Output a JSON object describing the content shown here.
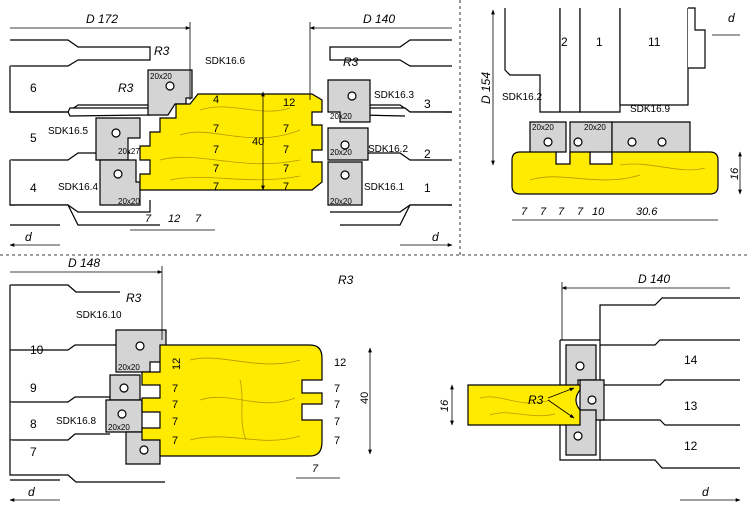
{
  "colors": {
    "workpiece": "#ffeb00",
    "grain": "#b39a00",
    "cutter": "#d4d4d4",
    "ink": "#000000"
  },
  "panels": {
    "top_left": {
      "d_left": "D 172",
      "d_right": "D 140",
      "cutters": [
        "6",
        "5",
        "4",
        "3",
        "2",
        "1"
      ],
      "knives": [
        "SDK16.6",
        "SDK16.5",
        "SDK16.4",
        "SDK16.3",
        "SDK16.2",
        "SDK16.1"
      ],
      "knife_sizes": [
        "20x20",
        "20x27",
        "20x20",
        "20x20",
        "20x20",
        "20x20"
      ],
      "radius_labels": [
        "R3",
        "R3",
        "R3"
      ],
      "left_dims": [
        "4",
        "7",
        "7",
        "7",
        "7"
      ],
      "right_dims": [
        "12",
        "7",
        "7",
        "7",
        "7"
      ],
      "height": "40",
      "bottom_dims": [
        "7",
        "12",
        "7"
      ],
      "d_small": "d"
    },
    "top_right": {
      "d_label": "D 154",
      "cutters": [
        "2",
        "1",
        "11"
      ],
      "knives": [
        "SDK16.2",
        "SDK16.9"
      ],
      "knife_sizes": [
        "20x20",
        "20x20"
      ],
      "bottom_dims": [
        "7",
        "7",
        "7",
        "7",
        "10",
        "30.6"
      ],
      "thickness": "16",
      "d_small": "d"
    },
    "bottom_left": {
      "d_label": "D 148",
      "cutters": [
        "10",
        "9",
        "8",
        "7"
      ],
      "knives": [
        "SDK16.10",
        "SDK16.8"
      ],
      "knife_sizes": [
        "20x20",
        "20x20"
      ],
      "radius_labels": [
        "R3",
        "R3"
      ],
      "left_dims": [
        "12",
        "7",
        "7",
        "7",
        "7"
      ],
      "right_dims": [
        "12",
        "7",
        "7",
        "7",
        "7"
      ],
      "height": "40",
      "bottom_dim": "7",
      "d_small": "d"
    },
    "bottom_right": {
      "d_label": "D 140",
      "cutters": [
        "14",
        "13",
        "12"
      ],
      "radius_label": "R3",
      "thickness": "16",
      "d_small": "d"
    }
  }
}
